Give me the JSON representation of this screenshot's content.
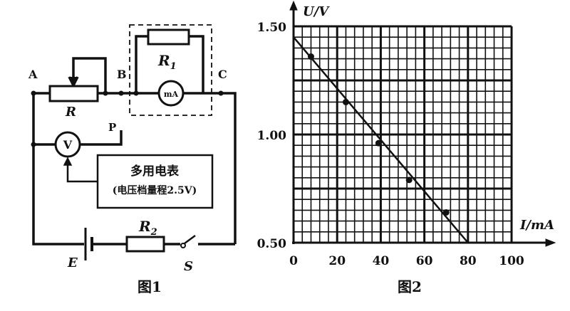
{
  "figure1": {
    "caption": "图1",
    "labels": {
      "A": "A",
      "B": "B",
      "C": "C",
      "P": "P",
      "R": "R",
      "R1": "R",
      "R1_sub": "1",
      "R2": "R",
      "R2_sub": "2",
      "E": "E",
      "S": "S",
      "mA": "mA",
      "V": "V"
    },
    "multimeter": {
      "line1": "多用电表",
      "line2": "(电压档量程2.5V)"
    }
  },
  "figure2": {
    "caption": "图2",
    "chart_data": {
      "type": "scatter",
      "xlabel": "I/mA",
      "ylabel": "U/V",
      "xlim": [
        0,
        100
      ],
      "ylim": [
        0.5,
        1.5
      ],
      "x_ticks": [
        "0",
        "20",
        "40",
        "60",
        "80",
        "100"
      ],
      "y_ticks": [
        "0.50",
        "1.00",
        "1.50"
      ],
      "grid": true,
      "points": [
        {
          "x": 8,
          "y": 1.36
        },
        {
          "x": 24,
          "y": 1.15
        },
        {
          "x": 39,
          "y": 0.96
        },
        {
          "x": 53,
          "y": 0.79
        },
        {
          "x": 70,
          "y": 0.64
        }
      ],
      "fit_line": [
        {
          "x": 0,
          "y": 1.45
        },
        {
          "x": 80,
          "y": 0.5
        }
      ]
    }
  }
}
